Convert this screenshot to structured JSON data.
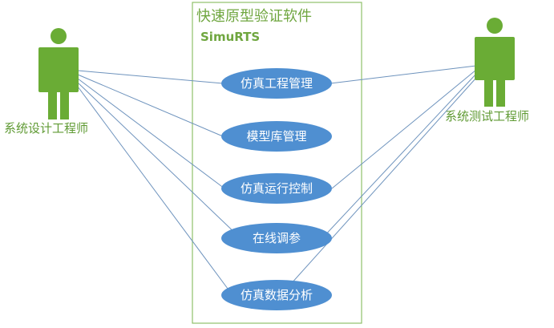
{
  "system": {
    "title": "快速原型验证软件",
    "subtitle": "SimuRTS"
  },
  "actors": [
    {
      "id": "designer",
      "label": "系统设计工程师"
    },
    {
      "id": "tester",
      "label": "系统测试工程师"
    }
  ],
  "use_cases": [
    {
      "id": "sim-project",
      "label": "仿真工程管理"
    },
    {
      "id": "model-lib",
      "label": "模型库管理"
    },
    {
      "id": "sim-control",
      "label": "仿真运行控制"
    },
    {
      "id": "online-tuning",
      "label": "在线调参"
    },
    {
      "id": "data-analysis",
      "label": "仿真数据分析"
    }
  ],
  "colors": {
    "actor": "#6aac35",
    "use_case": "#4f8fd1",
    "connector": "#6e93bd",
    "boundary": "#8fc06a",
    "title": "#6fa63f"
  }
}
